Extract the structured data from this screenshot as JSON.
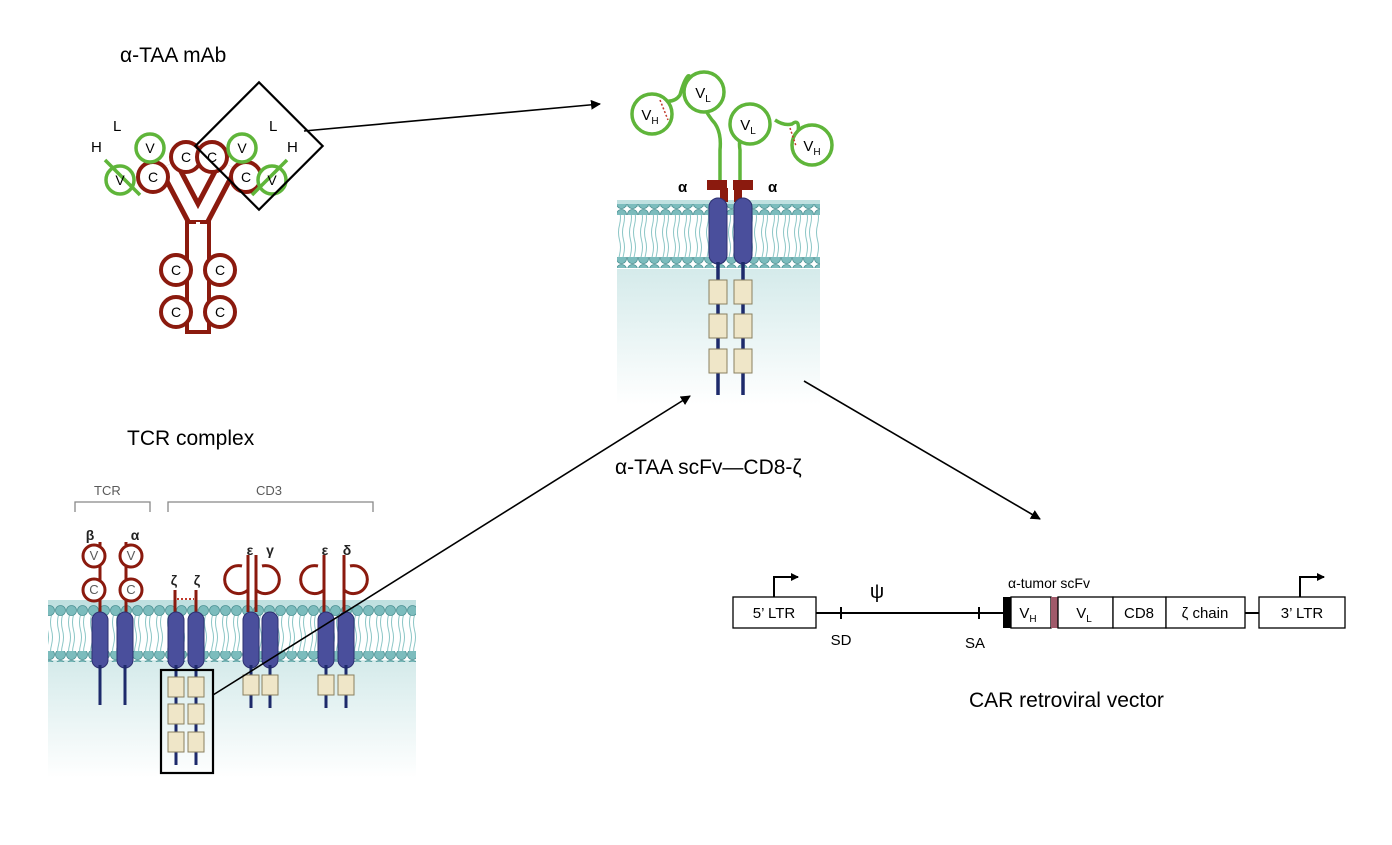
{
  "antibody": {
    "title": "α-TAA mAb",
    "chain_heavy": "H",
    "chain_light": "L",
    "variable": "V",
    "constant": "C"
  },
  "car": {
    "title": "α-TAA scFv—CD8-ζ",
    "vh": "V",
    "vh_sub": "H",
    "vl": "V",
    "vl_sub": "L",
    "alpha": "α"
  },
  "tcr": {
    "title": "TCR complex",
    "tcr_label": "TCR",
    "cd3_label": "CD3",
    "beta": "β",
    "alpha": "α",
    "zeta": "ζ",
    "epsilon": "ε",
    "gamma": "γ",
    "delta": "δ",
    "variable": "V",
    "constant": "C"
  },
  "vector": {
    "title": "CAR retroviral vector",
    "ltr5": "5’ LTR",
    "ltr3": "3’ LTR",
    "psi": "ψ",
    "sd": "SD",
    "sa": "SA",
    "scfv_label": "α-tumor scFv",
    "vh": "V",
    "vh_sub": "H",
    "vl": "V",
    "vl_sub": "L",
    "cd8": "CD8",
    "zeta_chain": "ζ chain"
  },
  "colors": {
    "antibody_constant": "#8b1a0e",
    "variable_domain": "#5fb53a",
    "transmembrane": "#4a4f9c",
    "membrane_head": "#6fb3b5",
    "signaling_box": "#efe6c8",
    "cytoplasm": "#cfe8e8"
  }
}
